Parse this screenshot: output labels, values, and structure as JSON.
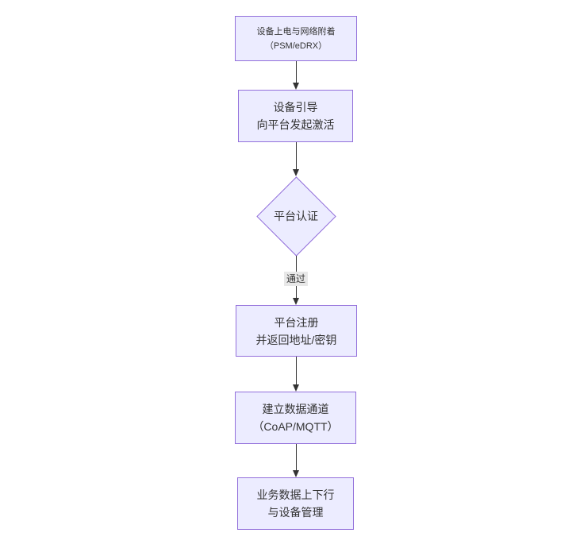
{
  "diagram": {
    "type": "flowchart",
    "direction": "top-down",
    "nodes": [
      {
        "id": "power-attach",
        "shape": "rect",
        "lines": [
          "设备上电与网络附着",
          "（PSM/eDRX）"
        ]
      },
      {
        "id": "bootstrap",
        "shape": "rect",
        "lines": [
          "设备引导",
          "向平台发起激活"
        ]
      },
      {
        "id": "platform-auth",
        "shape": "diamond",
        "lines": [
          "平台认证"
        ]
      },
      {
        "id": "register",
        "shape": "rect",
        "lines": [
          "平台注册",
          "并返回地址/密钥"
        ]
      },
      {
        "id": "data-channel",
        "shape": "rect",
        "lines": [
          "建立数据通道",
          "（CoAP/MQTT）"
        ]
      },
      {
        "id": "business-data",
        "shape": "rect",
        "lines": [
          "业务数据上下行",
          "与设备管理"
        ]
      }
    ],
    "edges": [
      {
        "from": "power-attach",
        "to": "bootstrap",
        "label": ""
      },
      {
        "from": "bootstrap",
        "to": "platform-auth",
        "label": ""
      },
      {
        "from": "platform-auth",
        "to": "register",
        "label": "通过"
      },
      {
        "from": "register",
        "to": "data-channel",
        "label": ""
      },
      {
        "from": "data-channel",
        "to": "business-data",
        "label": ""
      }
    ],
    "colors": {
      "node_fill": "#ECECFF",
      "node_border": "#9370DB",
      "text": "#333333",
      "arrow": "#333333",
      "edge_label_bg": "#e8e8e8",
      "background": "#ffffff"
    }
  }
}
